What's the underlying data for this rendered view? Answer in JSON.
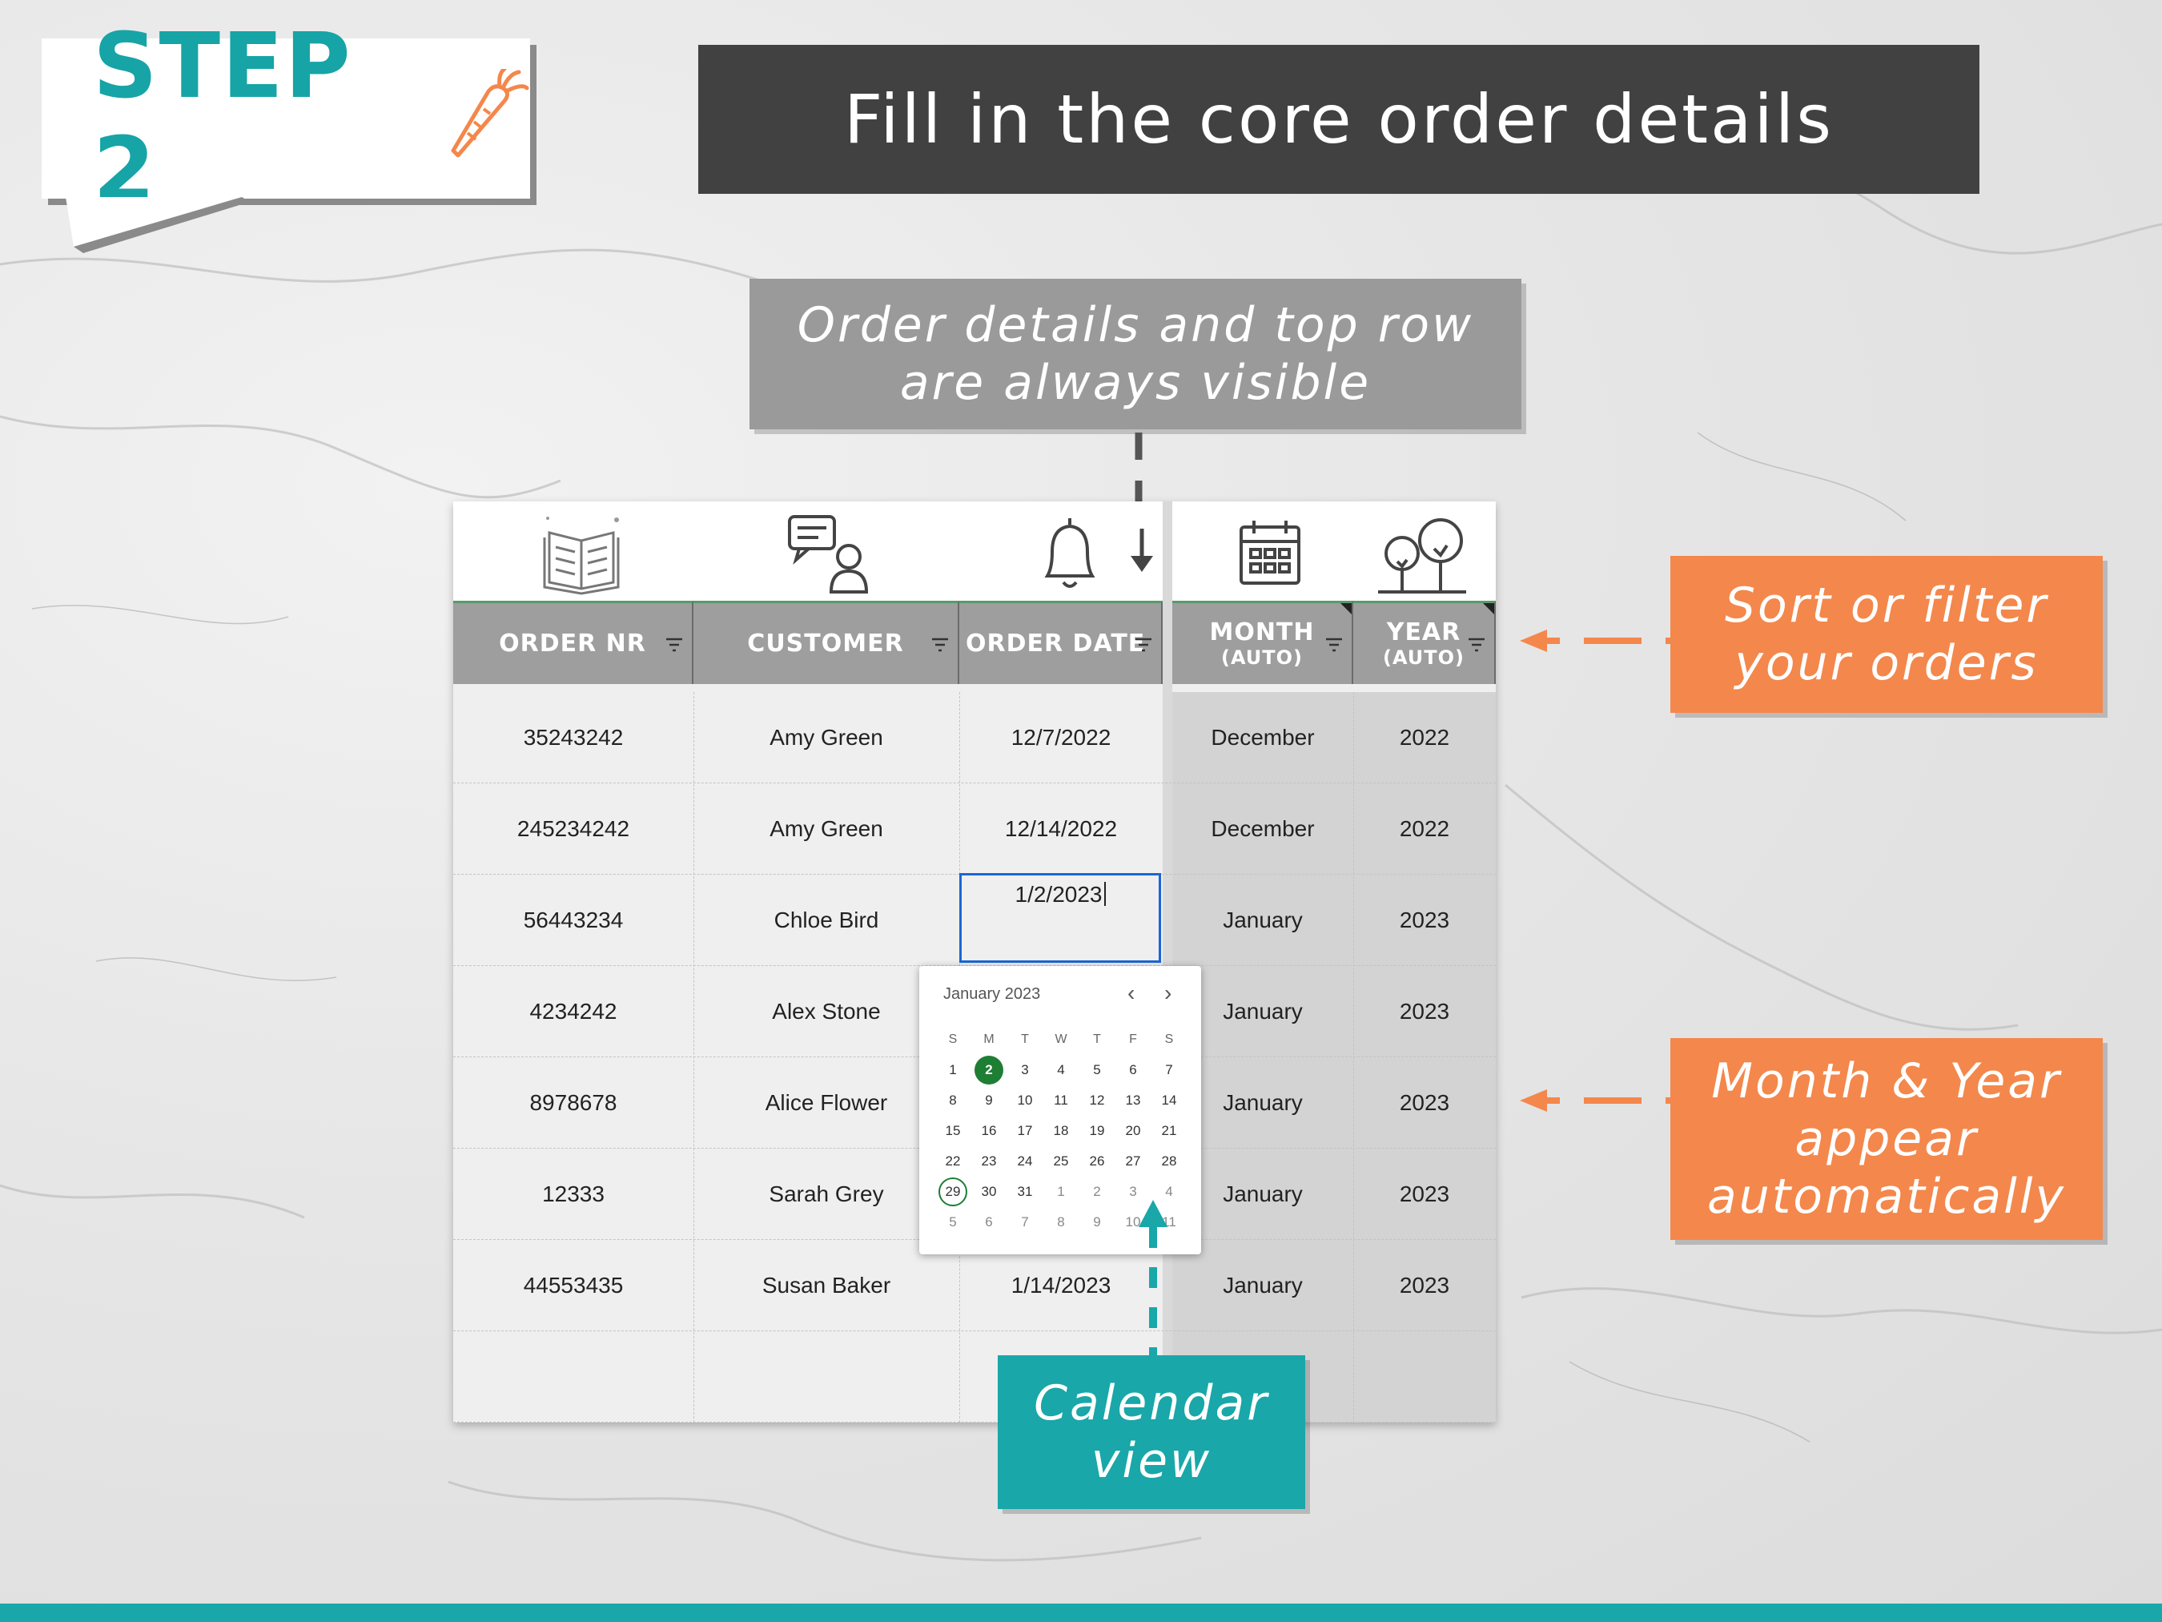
{
  "step": {
    "label": "STEP 2"
  },
  "title": "Fill in the core order details",
  "callouts": {
    "frozen": "Order details and top row\nare always visible",
    "sort": "Sort or filter\nyour orders",
    "auto": "Month & Year\nappear\nautomatically",
    "calendar": "Calendar\nview"
  },
  "icons": [
    "book-icon",
    "customer-chat-icon",
    "bell-icon",
    "calendar-icon",
    "trees-icon"
  ],
  "columns": [
    {
      "label": "ORDER NR",
      "sub": ""
    },
    {
      "label": "CUSTOMER",
      "sub": ""
    },
    {
      "label": "ORDER DATE",
      "sub": ""
    },
    {
      "label": "MONTH",
      "sub": "(AUTO)"
    },
    {
      "label": "YEAR",
      "sub": "(AUTO)"
    }
  ],
  "rows": [
    {
      "order": "35243242",
      "customer": "Amy Green",
      "date": "12/7/2022",
      "month": "December",
      "year": "2022"
    },
    {
      "order": "245234242",
      "customer": "Amy Green",
      "date": "12/14/2022",
      "month": "December",
      "year": "2022"
    },
    {
      "order": "56443234",
      "customer": "Chloe Bird",
      "date": "",
      "month": "January",
      "year": "2023"
    },
    {
      "order": "4234242",
      "customer": "Alex Stone",
      "date": "",
      "month": "January",
      "year": "2023"
    },
    {
      "order": "8978678",
      "customer": "Alice Flower",
      "date": "",
      "month": "January",
      "year": "2023"
    },
    {
      "order": "12333",
      "customer": "Sarah Grey",
      "date": "",
      "month": "January",
      "year": "2023"
    },
    {
      "order": "44553435",
      "customer": "Susan Baker",
      "date": "1/14/2023",
      "month": "January",
      "year": "2023"
    },
    {
      "order": "",
      "customer": "",
      "date": "",
      "month": "",
      "year": ""
    }
  ],
  "active_cell": {
    "value": "1/2/2023"
  },
  "datepicker": {
    "month_label": "January 2023",
    "weekdays": [
      "S",
      "M",
      "T",
      "W",
      "T",
      "F",
      "S"
    ],
    "weeks": [
      [
        "1",
        "2",
        "3",
        "4",
        "5",
        "6",
        "7"
      ],
      [
        "8",
        "9",
        "10",
        "11",
        "12",
        "13",
        "14"
      ],
      [
        "15",
        "16",
        "17",
        "18",
        "19",
        "20",
        "21"
      ],
      [
        "22",
        "23",
        "24",
        "25",
        "26",
        "27",
        "28"
      ],
      [
        "29",
        "30",
        "31",
        "1",
        "2",
        "3",
        "4"
      ],
      [
        "5",
        "6",
        "7",
        "8",
        "9",
        "10",
        "11"
      ]
    ],
    "selected": "2",
    "today": "29"
  },
  "colors": {
    "teal": "#19a7a9",
    "orange": "#f4874b",
    "dark": "#414141",
    "header_gray": "#9e9e9e",
    "select_green": "#1e7e34"
  }
}
